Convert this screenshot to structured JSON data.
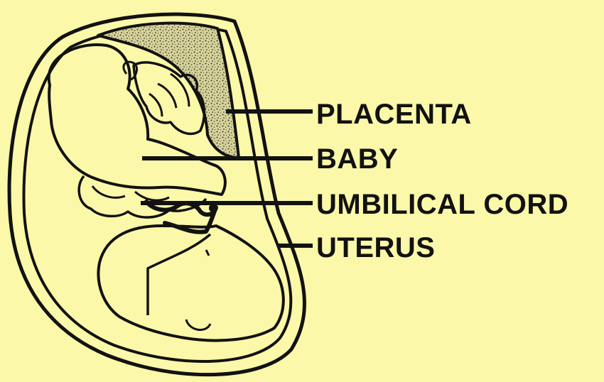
{
  "diagram": {
    "labels": {
      "placenta": "PLACENTA",
      "baby": "BABY",
      "umbilical_cord": "UMBILICAL CORD",
      "uterus": "UTERUS"
    }
  },
  "colors": {
    "background": "#fbf8a9",
    "ink": "#121212",
    "placenta_fill": "#a8a57a"
  }
}
